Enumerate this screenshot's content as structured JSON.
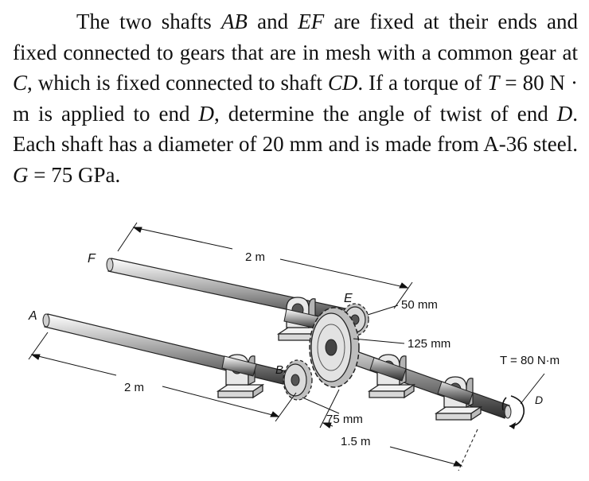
{
  "problem": {
    "s1": "The two shafts ",
    "v_AB": "AB",
    "s2": " and ",
    "v_EF": "EF",
    "s3": " are fixed at their ends and fixed connected to gears that are in mesh with a common gear at ",
    "v_C": "C",
    "s4": ", which is fixed connected to shaft ",
    "v_CD": "CD",
    "s5": ". If a torque of ",
    "v_T": "T",
    "s6": " = 80 N · m is applied to end ",
    "v_D": "D",
    "s7": ", determine the angle of twist of end ",
    "v_D2": "D",
    "s8": ". Each shaft has a diameter of 20 mm and is made from A-36 steel. ",
    "v_G": "G",
    "s9": " = 75 GPa."
  },
  "figure": {
    "label_F": "F",
    "label_A": "A",
    "label_E": "E",
    "label_B": "B",
    "label_D": "D",
    "dim_ef_length": "2 m",
    "dim_ab_length": "2 m",
    "dim_cd_length": "1.5 m",
    "dim_gear_e_radius": "50 mm",
    "dim_gear_c_radius": "125 mm",
    "dim_gear_b_radius": "75 mm",
    "torque_label": "T = 80 N·m"
  }
}
